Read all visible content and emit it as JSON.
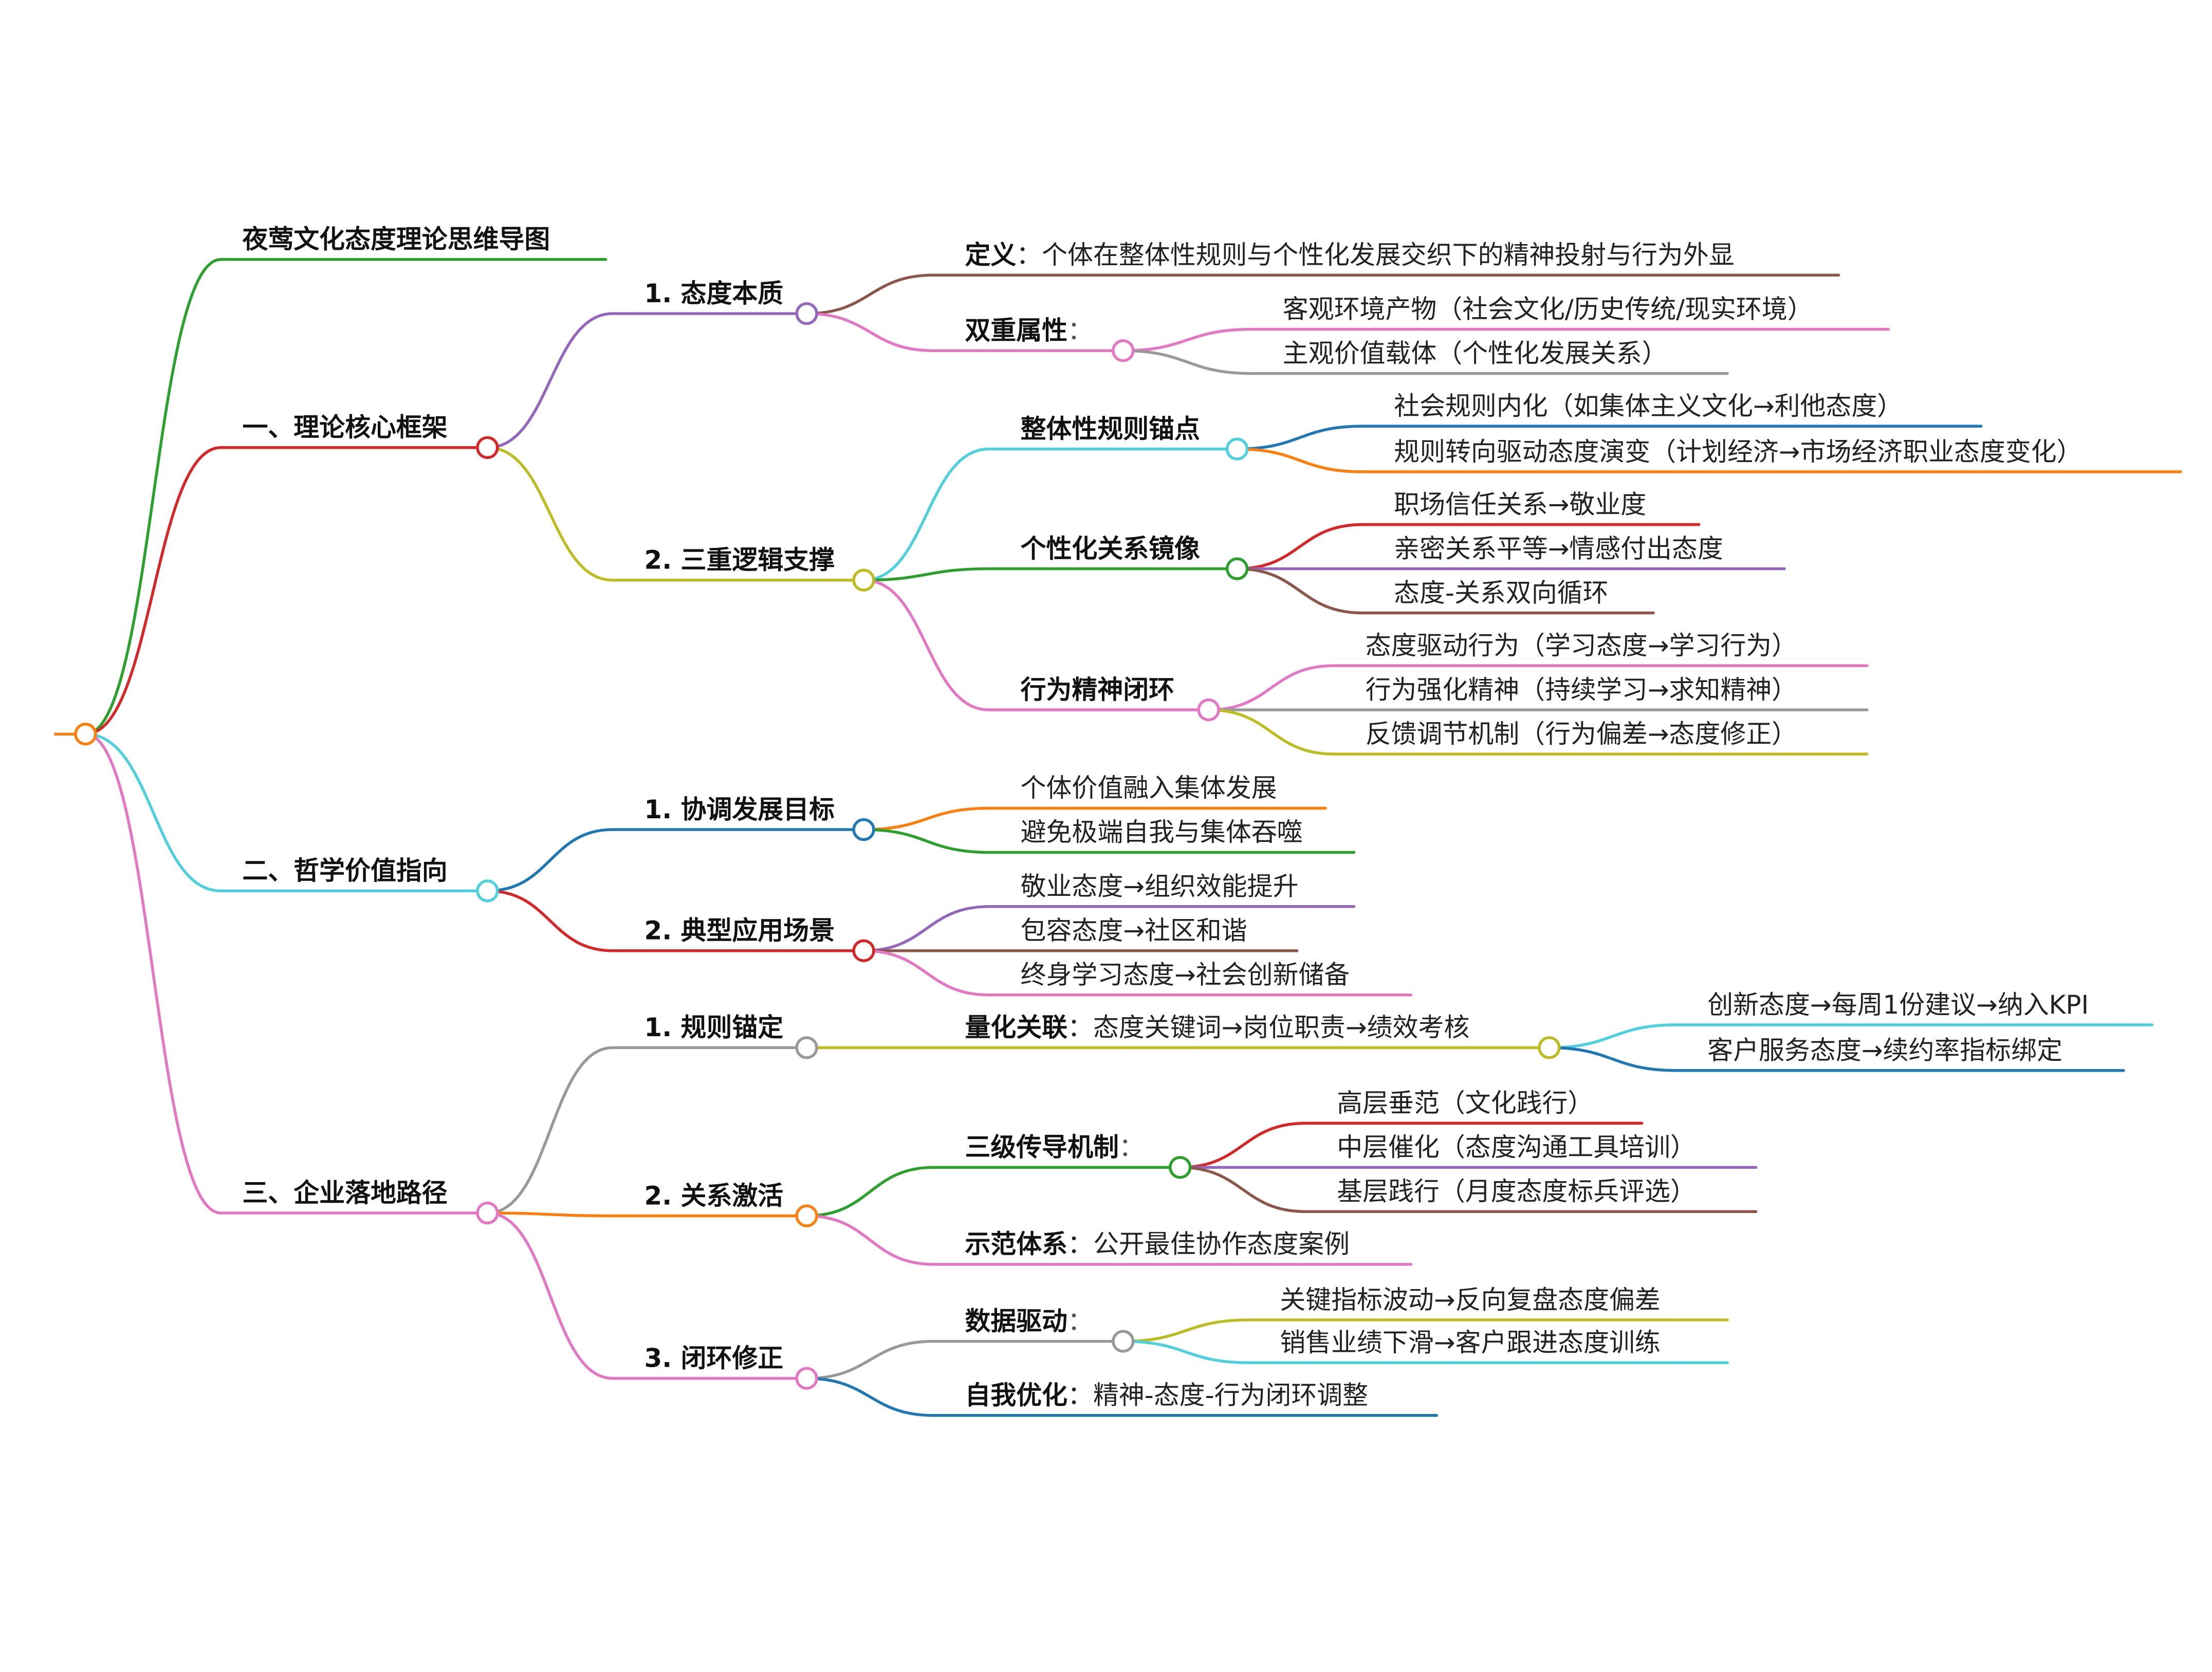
{
  "title": {
    "bold": "夜莺文化态度理论思维导图",
    "color": "#2ca02c"
  },
  "nodes": {
    "a": {
      "bold": "一、理论核心框架",
      "color": "#d62728"
    },
    "a1": {
      "bold": "1. 态度本质",
      "color": "#9467bd"
    },
    "a1a": {
      "bold": "定义",
      "text": "：个体在整体性规则与个性化发展交织下的精神投射与行为外显",
      "color": "#8c564b"
    },
    "a1b": {
      "bold": "双重属性",
      "text": "：",
      "color": "#e377c2"
    },
    "a1b1": {
      "text": "客观环境产物（社会文化/历史传统/现实环境）",
      "color": "#e377c2"
    },
    "a1b2": {
      "text": "主观价值载体（个性化发展关系）",
      "color": "#999999"
    },
    "a2": {
      "bold": "2. 三重逻辑支撑",
      "color": "#bcbd22"
    },
    "a2a": {
      "bold": "整体性规则锚点",
      "color": "#4fd0dc"
    },
    "a2a1": {
      "text": "社会规则内化（如集体主义文化→利他态度）",
      "color": "#1f77b4"
    },
    "a2a2": {
      "text": "规则转向驱动态度演变（计划经济→市场经济职业态度变化）",
      "color": "#ff7f0e"
    },
    "a2b": {
      "bold": "个性化关系镜像",
      "color": "#2ca02c"
    },
    "a2b1": {
      "text": "职场信任关系→敬业度",
      "color": "#d62728"
    },
    "a2b2": {
      "text": "亲密关系平等→情感付出态度",
      "color": "#9467bd"
    },
    "a2b3": {
      "text": "态度-关系双向循环",
      "color": "#8c564b"
    },
    "a2c": {
      "bold": "行为精神闭环",
      "color": "#e377c2"
    },
    "a2c1": {
      "text": "态度驱动行为（学习态度→学习行为）",
      "color": "#e377c2"
    },
    "a2c2": {
      "text": "行为强化精神（持续学习→求知精神）",
      "color": "#999999"
    },
    "a2c3": {
      "text": "反馈调节机制（行为偏差→态度修正）",
      "color": "#bcbd22"
    },
    "b": {
      "bold": "二、哲学价值指向",
      "color": "#4fd0dc"
    },
    "b1": {
      "bold": "1. 协调发展目标",
      "color": "#1f77b4"
    },
    "b1a": {
      "text": "个体价值融入集体发展",
      "color": "#ff7f0e"
    },
    "b1b": {
      "text": "避免极端自我与集体吞噬",
      "color": "#2ca02c"
    },
    "b2": {
      "bold": "2. 典型应用场景",
      "color": "#d62728"
    },
    "b2a": {
      "text": "敬业态度→组织效能提升",
      "color": "#9467bd"
    },
    "b2b": {
      "text": "包容态度→社区和谐",
      "color": "#8c564b"
    },
    "b2c": {
      "text": "终身学习态度→社会创新储备",
      "color": "#e377c2"
    },
    "c": {
      "bold": "三、企业落地路径",
      "color": "#e377c2"
    },
    "c1": {
      "bold": "1. 规则锚定",
      "color": "#999999"
    },
    "c1a": {
      "bold": "量化关联",
      "text": "：态度关键词→岗位职责→绩效考核",
      "color": "#bcbd22"
    },
    "c1a1": {
      "text": "创新态度→每周1份建议→纳入KPI",
      "color": "#4fd0dc"
    },
    "c1a2": {
      "text": "客户服务态度→续约率指标绑定",
      "color": "#1f77b4"
    },
    "c2": {
      "bold": "2. 关系激活",
      "color": "#ff7f0e"
    },
    "c2a": {
      "bold": "三级传导机制",
      "text": "：",
      "color": "#2ca02c"
    },
    "c2a1": {
      "text": "高层垂范（文化践行）",
      "color": "#d62728"
    },
    "c2a2": {
      "text": "中层催化（态度沟通工具培训）",
      "color": "#9467bd"
    },
    "c2a3": {
      "text": "基层践行（月度态度标兵评选）",
      "color": "#8c564b"
    },
    "c2b": {
      "bold": "示范体系",
      "text": "：公开最佳协作态度案例",
      "color": "#e377c2"
    },
    "c3": {
      "bold": "3. 闭环修正",
      "color": "#e377c2"
    },
    "c3a": {
      "bold": "数据驱动",
      "text": "：",
      "color": "#999999"
    },
    "c3a1": {
      "text": "关键指标波动→反向复盘态度偏差",
      "color": "#bcbd22"
    },
    "c3a2": {
      "text": "销售业绩下滑→客户跟进态度训练",
      "color": "#4fd0dc"
    },
    "c3b": {
      "bold": "自我优化",
      "text": "：精神-态度-行为闭环调整",
      "color": "#1f77b4"
    }
  },
  "root_color": "#ff7f0e"
}
